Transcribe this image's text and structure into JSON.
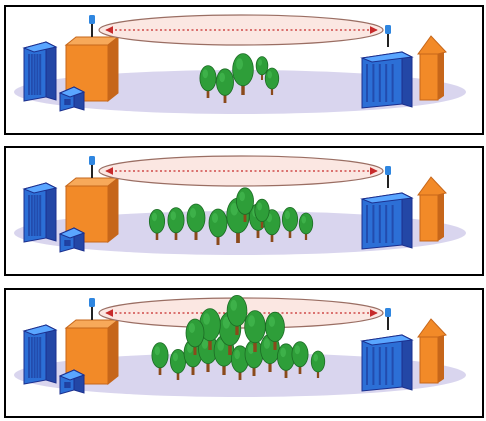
{
  "colors": {
    "frame": "#000000",
    "ground": "#d9d5ee",
    "ellipse_fill": "#fbe7e2",
    "ellipse_stroke": "#9a6e63",
    "link_line": "#c72b2b",
    "antenna": "#2f86e0",
    "blue_face": "#2c6fd6",
    "blue_side": "#2347a6",
    "blue_top": "#5aa6ff",
    "blue_window": "#1b2f8e",
    "orange_face": "#f28a28",
    "orange_side": "#c6661a",
    "orange_top": "#f7a95a",
    "tree_green": "#2e9e39",
    "tree_dark": "#1c6b24",
    "trunk": "#8a4a1b"
  },
  "panels": [
    {
      "vegetation_density": "sparse",
      "link_clear": true
    },
    {
      "vegetation_density": "medium",
      "link_clear": true
    },
    {
      "vegetation_density": "dense",
      "link_clear": false
    }
  ]
}
